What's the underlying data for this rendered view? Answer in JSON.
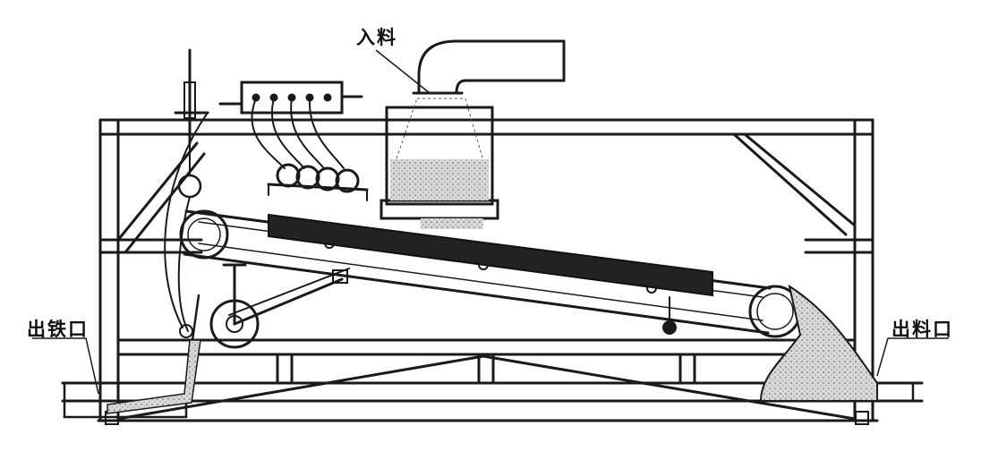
{
  "labels": {
    "inlet": "入料",
    "iron_outlet": "出铁口",
    "material_outlet": "出料口"
  },
  "colors": {
    "line": "#1a1a1a",
    "belt_magnet": "#222222",
    "material": "#c9c9c9",
    "background": "#ffffff"
  }
}
